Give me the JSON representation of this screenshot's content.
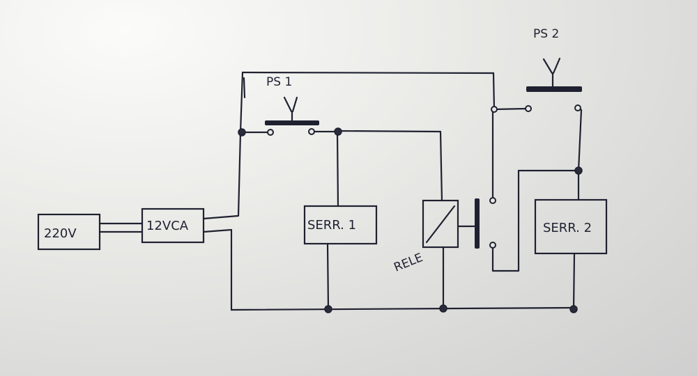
{
  "labels": {
    "source": "220V",
    "transformer": "12VCA",
    "button_1": "PS 1",
    "button_2": "PS 2",
    "lock_1": "SERR. 1",
    "lock_2": "SERR. 2",
    "relay": "RELE"
  }
}
